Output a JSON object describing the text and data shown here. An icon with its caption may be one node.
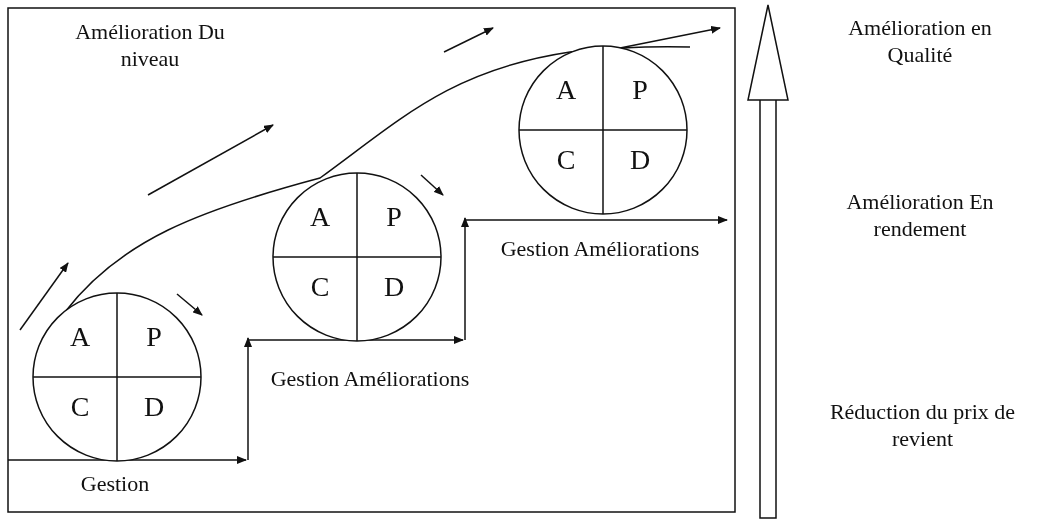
{
  "diagram": {
    "nodes": [
      {
        "text": [
          "A",
          "P",
          "C",
          "D"
        ],
        "beside": [
          "Gestion"
        ]
      },
      {
        "text": [
          "A",
          "P",
          "C",
          "D"
        ],
        "beside": [
          "Gestion Améliorations"
        ]
      },
      {
        "text": [
          "A",
          "P",
          "C",
          "D"
        ],
        "beside": [
          "Gestion Améliorations"
        ]
      }
    ],
    "labels": [
      "Amélioration Du niveau",
      "Amélioration en Qualité",
      "Amélioration En rendement",
      "Réduction du prix de revient"
    ]
  }
}
